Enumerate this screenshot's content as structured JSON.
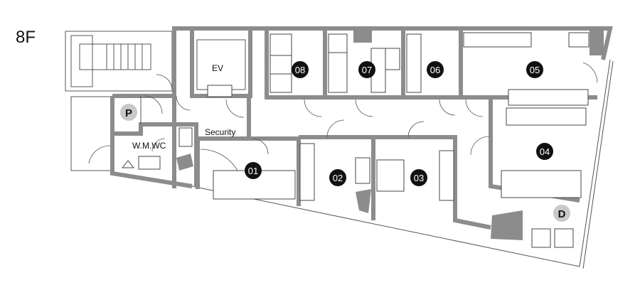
{
  "floor_label": "8F",
  "labels": {
    "elevator": "EV",
    "security": "Security",
    "restroom": "W.M.WC"
  },
  "badges": {
    "parking": "P",
    "delivery": "D"
  },
  "rooms": [
    "01",
    "02",
    "03",
    "04",
    "05",
    "06",
    "07",
    "08"
  ]
}
